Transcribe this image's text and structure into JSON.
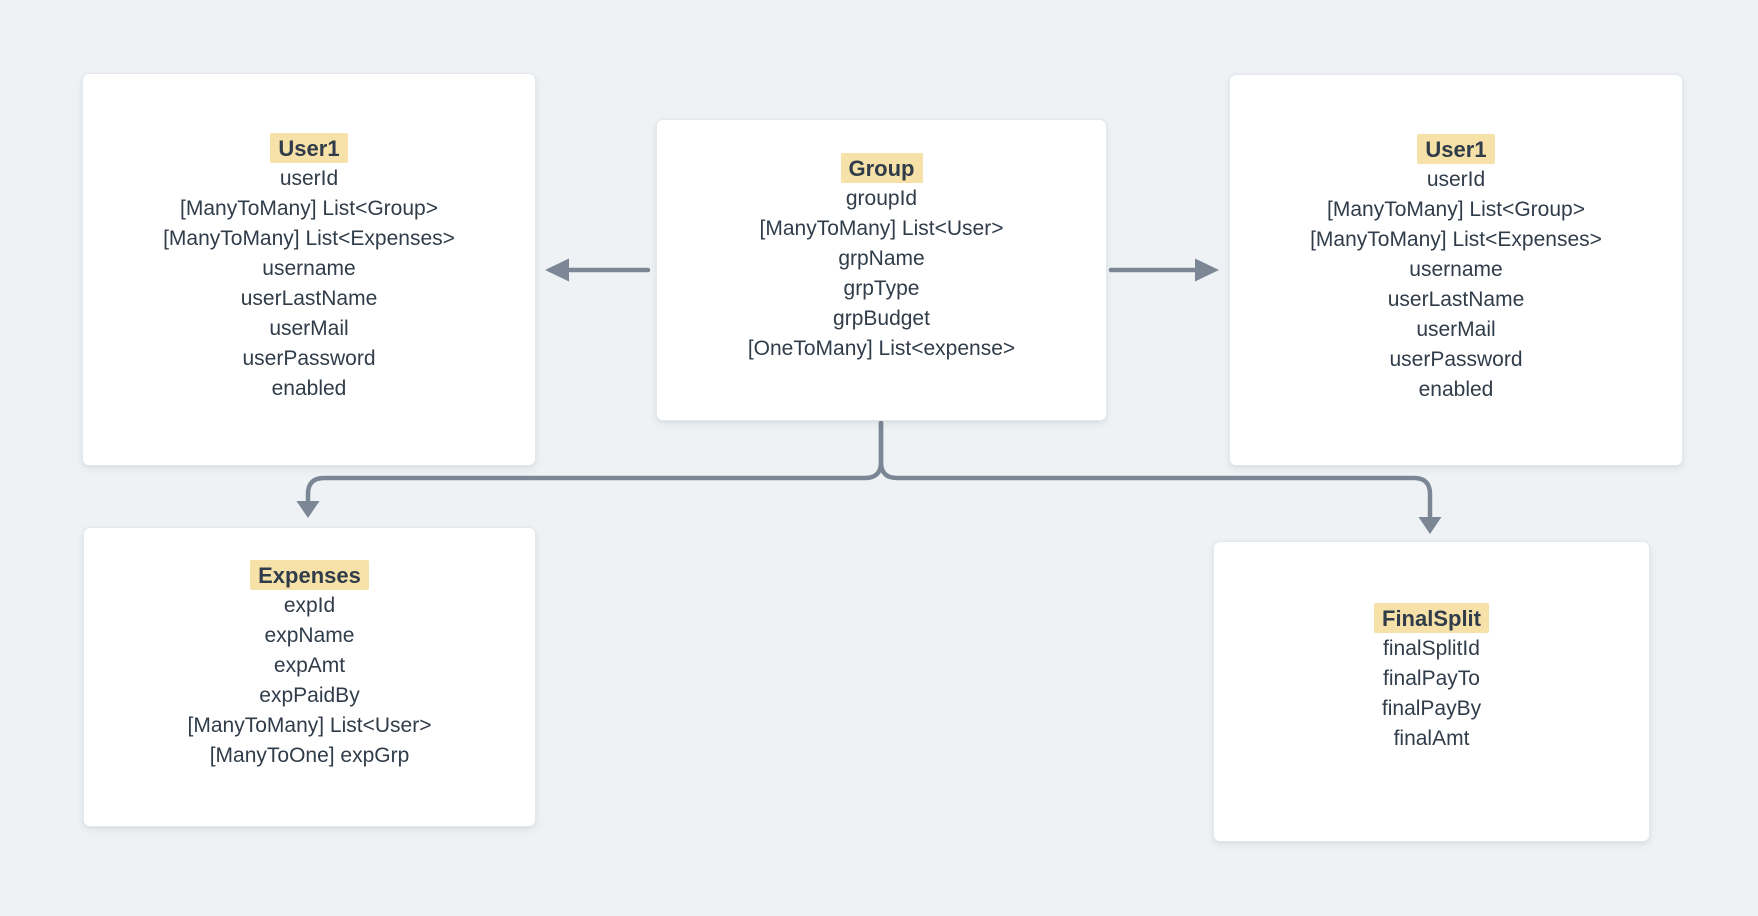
{
  "canvas": {
    "background_color": "#eef2f5",
    "card_color": "#ffffff",
    "text_color": "#303c49",
    "arrow_color": "#7b8794",
    "title_highlight_color": "#f6e2a9"
  },
  "entities": [
    {
      "id": "user1-left",
      "title": "User1",
      "fields": [
        "userId",
        "[ManyToMany] List<Group>",
        "[ManyToMany] List<Expenses>",
        "username",
        "userLastName",
        "userMail",
        "userPassword",
        "enabled"
      ]
    },
    {
      "id": "group",
      "title": "Group",
      "fields": [
        "groupId",
        "[ManyToMany] List<User>",
        "grpName",
        "grpType",
        "grpBudget",
        "[OneToMany] List<expense>"
      ]
    },
    {
      "id": "user1-right",
      "title": "User1",
      "fields": [
        "userId",
        "[ManyToMany] List<Group>",
        "[ManyToMany] List<Expenses>",
        "username",
        "userLastName",
        "userMail",
        "userPassword",
        "enabled"
      ]
    },
    {
      "id": "expenses",
      "title": "Expenses",
      "fields": [
        "expId",
        "expName",
        "expAmt",
        "expPaidBy",
        "[ManyToMany] List<User>",
        "[ManyToOne] expGrp"
      ]
    },
    {
      "id": "finalsplit",
      "title": "FinalSplit",
      "fields": [
        "finalSplitId",
        "finalPayTo",
        "finalPayBy",
        "finalAmt"
      ]
    }
  ],
  "connections": [
    {
      "from": "Group",
      "to": "User1 (left)",
      "style": "horizontal arrow pointing left"
    },
    {
      "from": "Group",
      "to": "User1 (right)",
      "style": "horizontal arrow pointing right"
    },
    {
      "from": "Group",
      "to": "Expenses",
      "style": "branch from bottom, down-left, arrow pointing down"
    },
    {
      "from": "Group",
      "to": "FinalSplit",
      "style": "branch from bottom, down-right, arrow pointing down"
    }
  ]
}
